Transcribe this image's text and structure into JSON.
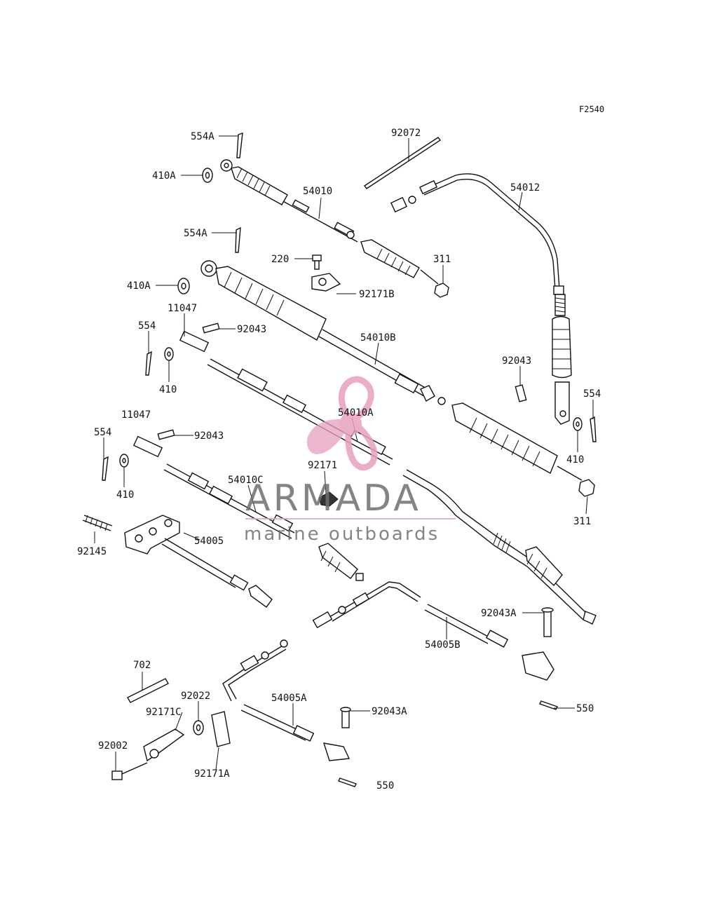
{
  "figure_code": "F2540",
  "watermark": {
    "brand": "ARMADA",
    "tagline": "marine outboards",
    "accent": "#e8a0c0"
  },
  "labels": {
    "l_554A_1": "554A",
    "l_410A_1": "410A",
    "l_54010": "54010",
    "l_92072": "92072",
    "l_54012": "54012",
    "l_554A_2": "554A",
    "l_220": "220",
    "l_311_1": "311",
    "l_92171B": "92171B",
    "l_410A_2": "410A",
    "l_11047_1": "11047",
    "l_92043_1": "92043",
    "l_554_1": "554",
    "l_410_1": "410",
    "l_54010B": "54010B",
    "l_92043_2": "92043",
    "l_554_2": "554",
    "l_11047_2": "11047",
    "l_54010A": "54010A",
    "l_554_3": "554",
    "l_92043_3": "92043",
    "l_410_2": "410",
    "l_410_3": "410",
    "l_92171": "92171",
    "l_54010C": "54010C",
    "l_311_2": "311",
    "l_92145": "92145",
    "l_54005": "54005",
    "l_92043A_1": "92043A",
    "l_54005B": "54005B",
    "l_702": "702",
    "l_92022": "92022",
    "l_92171C": "92171C",
    "l_54005A": "54005A",
    "l_92043A_2": "92043A",
    "l_550_1": "550",
    "l_92002": "92002",
    "l_92171A": "92171A",
    "l_550_2": "550"
  }
}
